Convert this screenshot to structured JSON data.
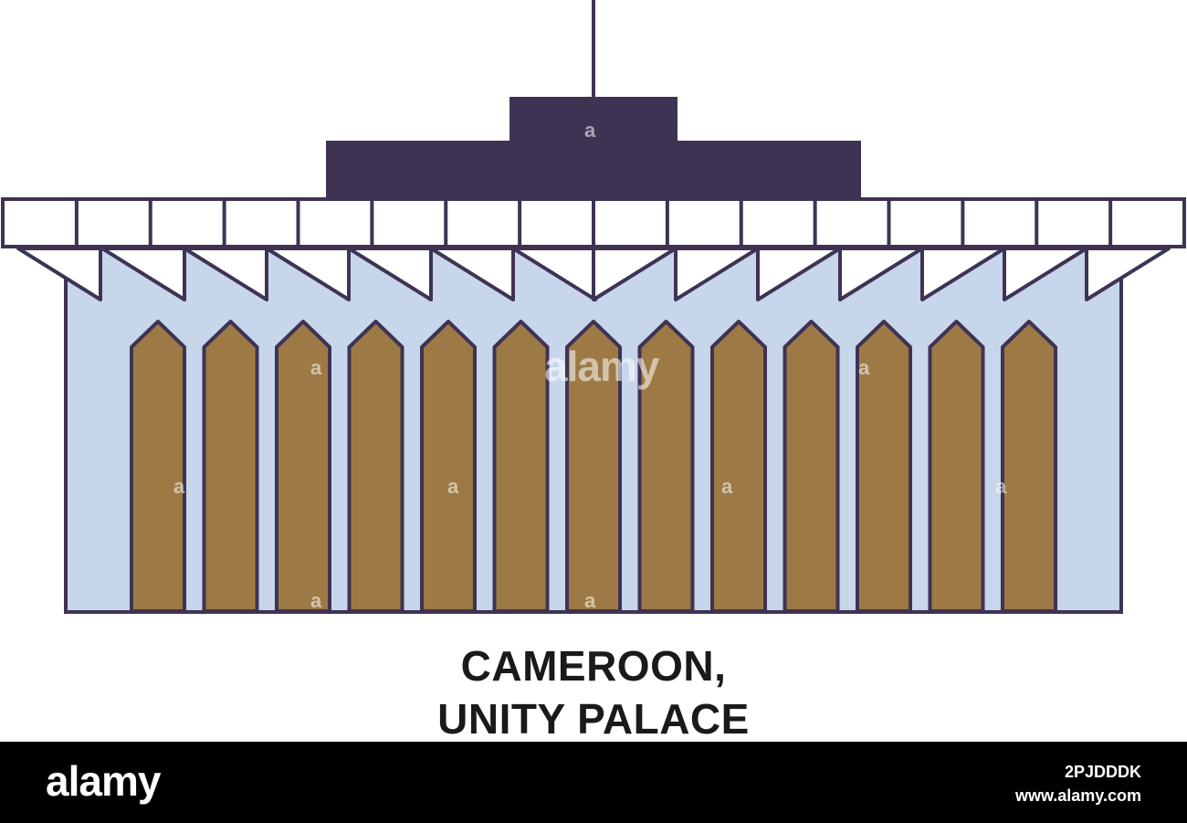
{
  "caption": {
    "line1": "CAMEROON,",
    "line2": "UNITY PALACE"
  },
  "watermark": {
    "main": "alamy",
    "letter": "a"
  },
  "footer": {
    "logo": "alamy",
    "image_id": "2PJDDDK",
    "site": "www.alamy.com"
  },
  "colors": {
    "outline": "#3f3354",
    "roof_block": "#3f3354",
    "body": "#c7d6ea",
    "panels": "#9d7a45",
    "cornice": "#ffffff",
    "footer_bg": "#000000"
  },
  "icons": {
    "building": "unity-palace-illustration"
  }
}
